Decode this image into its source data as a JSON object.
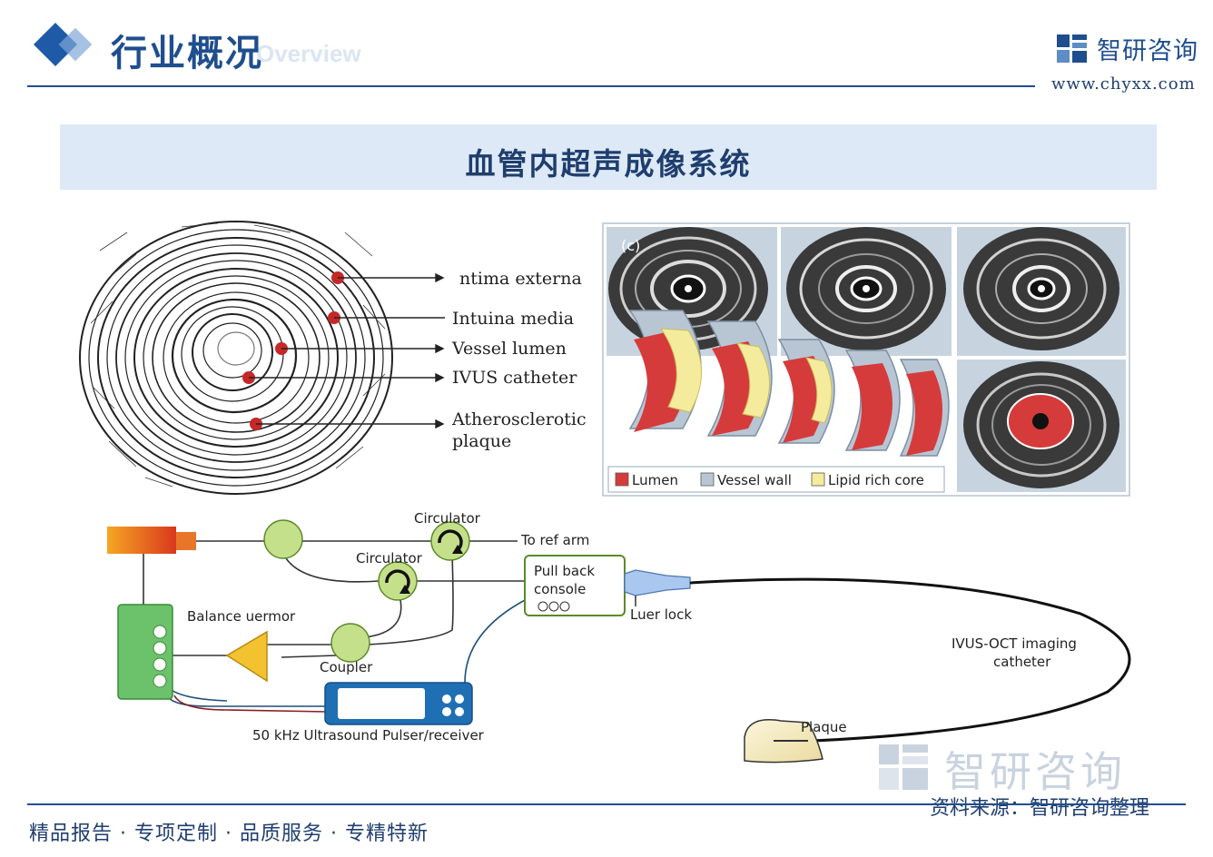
{
  "header": {
    "title": "行业概况",
    "subtitle": "Overview",
    "brand_name": "智研咨询",
    "brand_url": "www.chyxx.com"
  },
  "diagram_title": "血管内超声成像系统",
  "cross_section": {
    "labels": [
      "ntima externa",
      "Intuina media",
      "Vessel lumen",
      "IVUS catheter",
      "Atherosclerotic",
      "plaque"
    ]
  },
  "ivus_panel": {
    "panel_label": "(c)",
    "legend": {
      "lumen": "Lumen",
      "vessel_wall": "Vessel wall",
      "lipid_core": "Lipid rich core"
    },
    "colors": {
      "lumen": "#d63b3b",
      "vessel_wall": "#b8c6d4",
      "lipid_core": "#f4ec9c"
    }
  },
  "system": {
    "circulator_top": "Circulator",
    "to_ref_arm": "To ref arm",
    "circulator_mid": "Circulator",
    "pull_back_1": "Pull back",
    "pull_back_2": "console",
    "balance_detector": "Balance uermor",
    "coupler": "Coupler",
    "luer_lock": "Luer lock",
    "catheter_1": "IVUS-OCT imaging",
    "catheter_2": "catheter",
    "plaque": "Plaque",
    "pulser": "50 kHz Ultrasound Pulser/receiver"
  },
  "footer": {
    "slogan": "精品报告 · 专项定制 · 品质服务 · 专精特新",
    "source": "资料来源：智研咨询整理",
    "watermark": "智研咨询"
  }
}
